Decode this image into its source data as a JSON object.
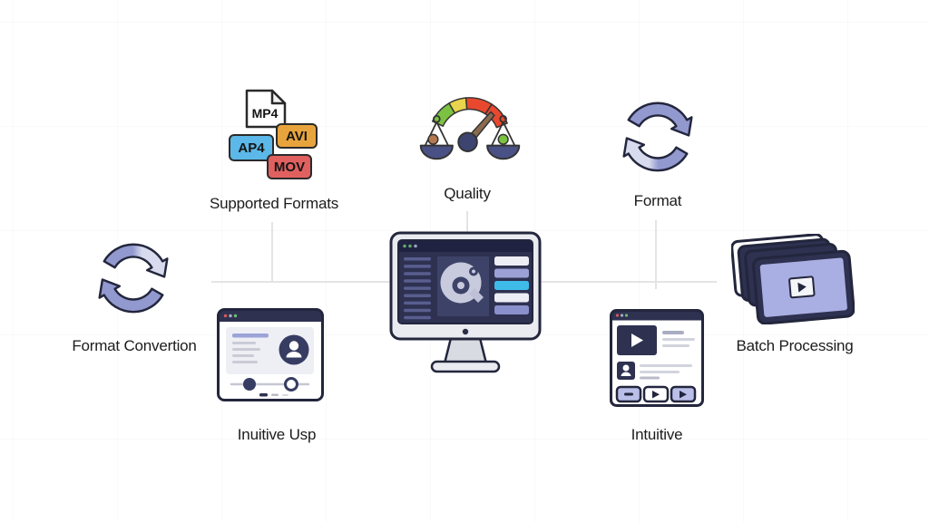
{
  "features": {
    "format_conversion": {
      "label": "Format Convertion"
    },
    "supported_formats": {
      "label": "Supported Formats",
      "file_label": "MP4",
      "badges": [
        {
          "text": "AVI",
          "color": "#E8A43C"
        },
        {
          "text": "AP4",
          "color": "#5BB8E8"
        },
        {
          "text": "MOV",
          "color": "#E06060"
        }
      ]
    },
    "quality": {
      "label": "Quality"
    },
    "format": {
      "label": "Format"
    },
    "intuitive_use": {
      "label": "Inuitive Usp"
    },
    "intuitive": {
      "label": "Intuitive"
    },
    "batch_processing": {
      "label": "Batch Processing"
    }
  },
  "icons": {
    "format_conversion": "sync-arrows-icon",
    "supported_formats": "file-formats-icon",
    "quality": "gauge-balance-icon",
    "format": "sync-arrows-icon",
    "intuitive_use": "settings-window-illustration",
    "intuitive": "media-window-illustration",
    "batch_processing": "stacked-videos-icon",
    "center": "monitor-converter-illustration"
  },
  "colors": {
    "accent_purple": "#9199CF",
    "accent_light": "#D8DAEE",
    "navy": "#2E3150",
    "outline": "#23263C",
    "gauge_green": "#7CC242",
    "gauge_yellow": "#E8D44D",
    "gauge_red": "#E8492E",
    "needle_brown": "#8A6A4F",
    "button_cyan": "#3FBBEA",
    "connector_gray": "#E4E4E4"
  }
}
